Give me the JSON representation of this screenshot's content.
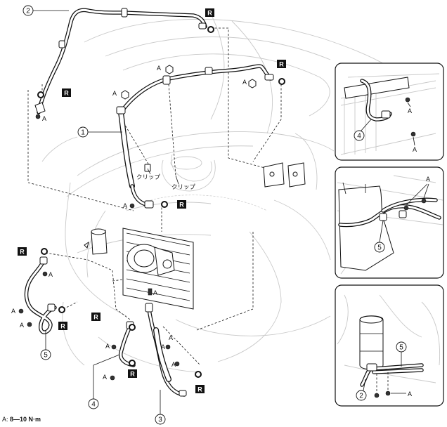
{
  "callouts": {
    "pipe_1": "1",
    "pipe_2": "2",
    "hose_3": "3",
    "pipe_4": "4",
    "pipe_5": "5"
  },
  "markers": {
    "torque": "A",
    "replace": "R"
  },
  "clip_label": "クリップ",
  "legend": {
    "key": "A: ",
    "value": "8—10 N·m"
  },
  "colors": {
    "line": "#111111",
    "vehicle_outline": "#c9c9c9",
    "background": "#ffffff"
  }
}
